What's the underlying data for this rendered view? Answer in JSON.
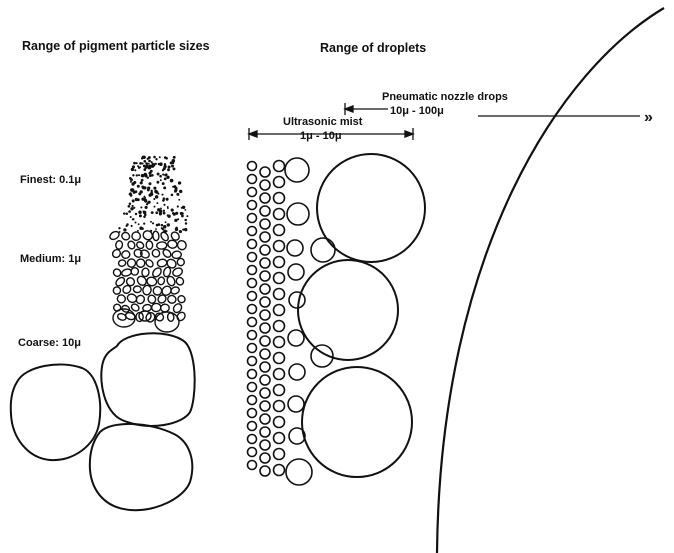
{
  "titles": {
    "pigment": "Range of pigment particle sizes",
    "droplets": "Range of droplets"
  },
  "pigment_labels": {
    "finest": "Finest: 0.1μ",
    "medium": "Medium: 1μ",
    "coarse": "Coarse: 10μ"
  },
  "ranges": {
    "ultrasonic_title": "Ultrasonic mist",
    "ultrasonic_range": "1μ - 10μ",
    "pneumatic_title": "Pneumatic nozzle drops",
    "pneumatic_range": "10μ - 100μ",
    "continues_glyph": "»"
  },
  "colors": {
    "ink": "#111111",
    "background": "#ffffff"
  }
}
